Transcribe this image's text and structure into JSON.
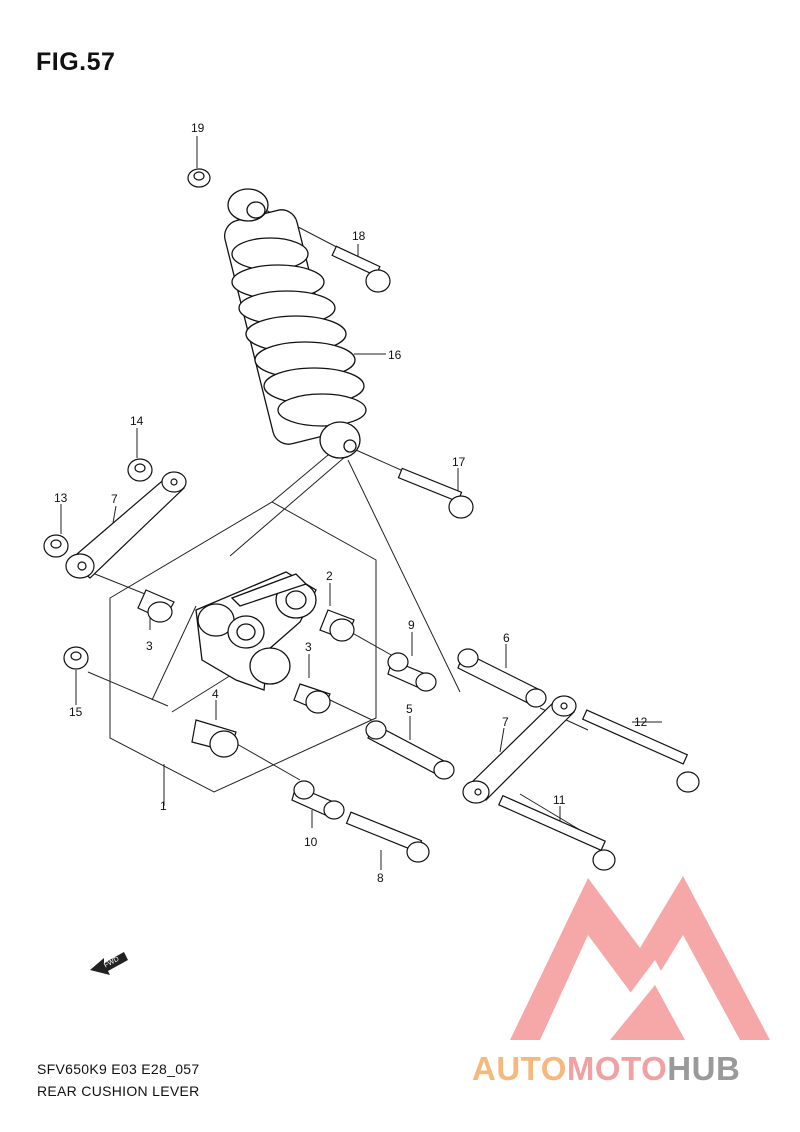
{
  "figure": {
    "title": "FIG.57"
  },
  "callouts": [
    "19",
    "18",
    "16",
    "17",
    "14",
    "13",
    "7",
    "2",
    "3",
    "9",
    "6",
    "3",
    "15",
    "4",
    "5",
    "7",
    "12",
    "1",
    "11",
    "10",
    "8"
  ],
  "fwd_label": "FWD",
  "caption": {
    "code": "SFV650K9 E03 E28_057",
    "name": "REAR CUSHION LEVER"
  },
  "watermark": {
    "part1": "AUTO",
    "part2": "MOTO",
    "part3": "HUB",
    "colors": {
      "orange": "#f6b97d",
      "pink": "#f1a1a1",
      "gray": "#9a9a9a"
    }
  }
}
